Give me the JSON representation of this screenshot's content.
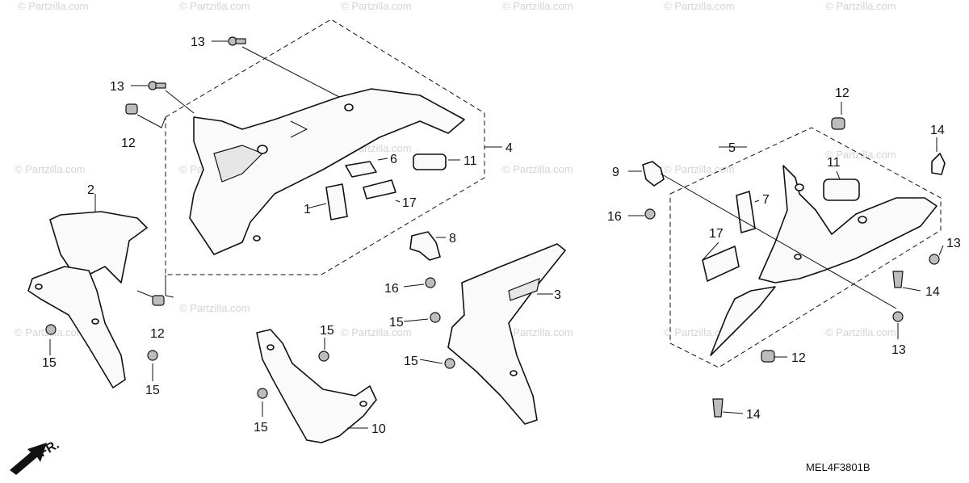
{
  "watermark": "© Partzilla.com",
  "diagram_code": "MEL4F3801B",
  "front_arrow_label": "FR.",
  "callouts": {
    "c1": "1",
    "c2": "2",
    "c3": "3",
    "c4": "4",
    "c5": "5",
    "c6": "6",
    "c7": "7",
    "c8": "8",
    "c9": "9",
    "c10": "10",
    "c11a": "11",
    "c11b": "11",
    "c12a": "12",
    "c12b": "12",
    "c12c": "12",
    "c12d": "12",
    "c13a": "13",
    "c13b": "13",
    "c13c": "13",
    "c13d": "13",
    "c14a": "14",
    "c14b": "14",
    "c14c": "14",
    "c15a": "15",
    "c15b": "15",
    "c15c": "15",
    "c15d": "15",
    "c15e": "15",
    "c15f": "15",
    "c16a": "16",
    "c16b": "16",
    "c17a": "17",
    "c17b": "17"
  }
}
